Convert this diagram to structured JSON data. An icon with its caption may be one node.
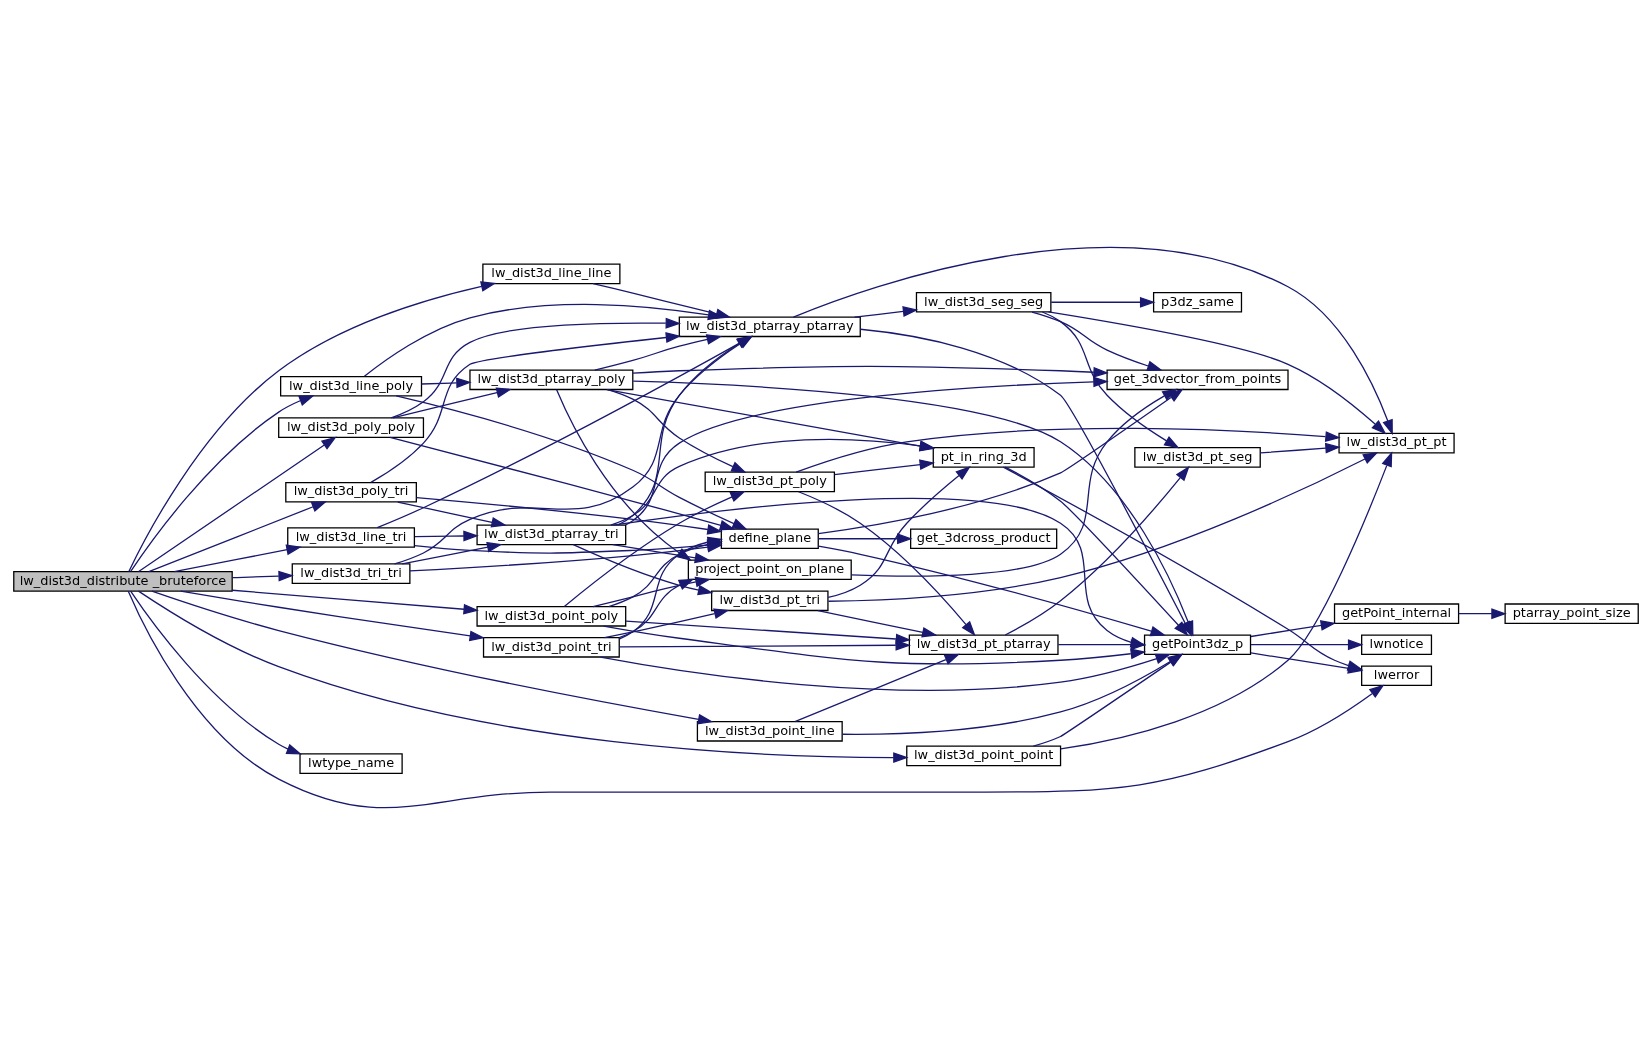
{
  "diagram": {
    "nodes": [
      {
        "text": [
          "lw_dist3d_distribute _bruteforce"
        ]
      },
      {
        "text": [
          "lw_dist3d_line_line"
        ]
      },
      {
        "text": [
          "lw_dist3d_line_poly"
        ]
      },
      {
        "text": [
          "lw_dist3d_poly_poly"
        ]
      },
      {
        "text": [
          "lw_dist3d_poly_tri"
        ]
      },
      {
        "text": [
          "lw_dist3d_line_tri"
        ]
      },
      {
        "text": [
          "lw_dist3d_tri_tri"
        ]
      },
      {
        "text": [
          "lw_dist3d_point_poly"
        ]
      },
      {
        "text": [
          "lw_dist3d_point_tri"
        ]
      },
      {
        "text": [
          "lw_dist3d_point_line"
        ]
      },
      {
        "text": [
          "lw_dist3d_point_point"
        ]
      },
      {
        "text": [
          "lwtype_name"
        ]
      },
      {
        "text": [
          "lw_dist3d_ptarray_ptarray"
        ]
      },
      {
        "text": [
          "lw_dist3d_ptarray_poly"
        ]
      },
      {
        "text": [
          "lw_dist3d_ptarray_tri"
        ]
      },
      {
        "text": [
          "project_point_on_plane"
        ]
      },
      {
        "text": [
          "lw_dist3d_pt_poly"
        ]
      },
      {
        "text": [
          "lw_dist3d_pt_tri"
        ]
      },
      {
        "text": [
          "define_plane"
        ]
      },
      {
        "text": [
          "lw_dist3d_pt_ptarray"
        ]
      },
      {
        "text": [
          "lw_dist3d_seg_seg"
        ]
      },
      {
        "text": [
          "p3dz_same"
        ]
      },
      {
        "text": [
          "lw_dist3d_pt_seg"
        ]
      },
      {
        "text": [
          "get_3dvector_from_points"
        ]
      },
      {
        "text": [
          "pt_in_ring_3d"
        ]
      },
      {
        "text": [
          "get_3dcross_product"
        ]
      },
      {
        "text": [
          "getPoint3dz_p"
        ]
      },
      {
        "text": [
          "lw_dist3d_pt_pt"
        ]
      },
      {
        "text": [
          "lwerror"
        ]
      },
      {
        "text": [
          "lwnotice"
        ]
      },
      {
        "text": [
          "getPoint_internal"
        ]
      },
      {
        "text": [
          "ptarray_point_size"
        ]
      }
    ],
    "edges": [
      {
        "from": 0,
        "to": 1,
        "arrow": "to"
      },
      {
        "from": 0,
        "to": 2,
        "arrow": "to"
      },
      {
        "from": 0,
        "to": 3,
        "arrow": "to"
      },
      {
        "from": 0,
        "to": 4,
        "arrow": "to"
      },
      {
        "from": 0,
        "to": 5,
        "arrow": "to"
      },
      {
        "from": 0,
        "to": 6,
        "arrow": "to"
      },
      {
        "from": 0,
        "to": 7,
        "arrow": "to"
      },
      {
        "from": 0,
        "to": 8,
        "arrow": "to"
      },
      {
        "from": 0,
        "to": 9,
        "arrow": "to"
      },
      {
        "from": 0,
        "to": 10,
        "arrow": "to"
      },
      {
        "from": 0,
        "to": 28,
        "arrow": "to"
      },
      {
        "from": 0,
        "to": 11,
        "arrow": "to"
      },
      {
        "from": 1,
        "to": 12,
        "arrow": "to"
      },
      {
        "from": 2,
        "to": 12,
        "arrow": "to"
      },
      {
        "from": 2,
        "to": 13,
        "arrow": "to"
      },
      {
        "from": 2,
        "to": 18,
        "arrow": "to"
      },
      {
        "from": 3,
        "to": 12,
        "arrow": "to"
      },
      {
        "from": 3,
        "to": 13,
        "arrow": "to"
      },
      {
        "from": 3,
        "to": 18,
        "arrow": "to"
      },
      {
        "from": 4,
        "to": 12,
        "arrow": "to"
      },
      {
        "from": 4,
        "to": 14,
        "arrow": "to"
      },
      {
        "from": 4,
        "to": 18,
        "arrow": "to"
      },
      {
        "from": 5,
        "to": 12,
        "arrow": "to"
      },
      {
        "from": 5,
        "to": 14,
        "arrow": "to"
      },
      {
        "from": 5,
        "to": 18,
        "arrow": "to"
      },
      {
        "from": 6,
        "to": 12,
        "arrow": "to"
      },
      {
        "from": 6,
        "to": 14,
        "arrow": "to"
      },
      {
        "from": 6,
        "to": 18,
        "arrow": "to"
      },
      {
        "from": 7,
        "to": 15,
        "arrow": "to"
      },
      {
        "from": 7,
        "to": 16,
        "arrow": "to"
      },
      {
        "from": 7,
        "to": 18,
        "arrow": "to"
      },
      {
        "from": 7,
        "to": 19,
        "arrow": "to"
      },
      {
        "from": 7,
        "to": 26,
        "arrow": "to"
      },
      {
        "from": 8,
        "to": 15,
        "arrow": "to"
      },
      {
        "from": 8,
        "to": 17,
        "arrow": "to"
      },
      {
        "from": 8,
        "to": 18,
        "arrow": "to"
      },
      {
        "from": 8,
        "to": 19,
        "arrow": "to"
      },
      {
        "from": 8,
        "to": 26,
        "arrow": "to"
      },
      {
        "from": 9,
        "to": 19,
        "arrow": "to"
      },
      {
        "from": 9,
        "to": 26,
        "arrow": "to"
      },
      {
        "from": 10,
        "to": 26,
        "arrow": "to"
      },
      {
        "from": 10,
        "to": 27,
        "arrow": "to"
      },
      {
        "from": 12,
        "to": 20,
        "arrow": "to"
      },
      {
        "from": 12,
        "to": 26,
        "arrow": "to"
      },
      {
        "from": 12,
        "to": 27,
        "arrow": "to"
      },
      {
        "from": 13,
        "to": 12,
        "arrow": "to"
      },
      {
        "from": 13,
        "to": 15,
        "arrow": "to"
      },
      {
        "from": 13,
        "to": 16,
        "arrow": "to"
      },
      {
        "from": 13,
        "to": 23,
        "arrow": "to"
      },
      {
        "from": 13,
        "to": 24,
        "arrow": "to"
      },
      {
        "from": 13,
        "to": 26,
        "arrow": "to"
      },
      {
        "from": 14,
        "to": 12,
        "arrow": "to"
      },
      {
        "from": 14,
        "to": 15,
        "arrow": "to"
      },
      {
        "from": 14,
        "to": 17,
        "arrow": "to"
      },
      {
        "from": 14,
        "to": 23,
        "arrow": "to"
      },
      {
        "from": 14,
        "to": 24,
        "arrow": "to"
      },
      {
        "from": 14,
        "to": 26,
        "arrow": "to"
      },
      {
        "from": 15,
        "to": 23,
        "arrow": "to"
      },
      {
        "from": 16,
        "to": 24,
        "arrow": "to"
      },
      {
        "from": 16,
        "to": 27,
        "arrow": "to"
      },
      {
        "from": 16,
        "to": 19,
        "arrow": "to"
      },
      {
        "from": 17,
        "to": 24,
        "arrow": "to"
      },
      {
        "from": 17,
        "to": 27,
        "arrow": "to"
      },
      {
        "from": 17,
        "to": 19,
        "arrow": "to"
      },
      {
        "from": 18,
        "to": 23,
        "arrow": "to"
      },
      {
        "from": 18,
        "to": 25,
        "arrow": "to"
      },
      {
        "from": 18,
        "to": 26,
        "arrow": "to"
      },
      {
        "from": 19,
        "to": 22,
        "arrow": "to"
      },
      {
        "from": 19,
        "to": 26,
        "arrow": "to"
      },
      {
        "from": 20,
        "to": 21,
        "arrow": "to"
      },
      {
        "from": 20,
        "to": 22,
        "arrow": "to"
      },
      {
        "from": 20,
        "to": 23,
        "arrow": "to"
      },
      {
        "from": 20,
        "to": 27,
        "arrow": "to"
      },
      {
        "from": 22,
        "to": 27,
        "arrow": "to"
      },
      {
        "from": 24,
        "to": 26,
        "arrow": "to"
      },
      {
        "from": 24,
        "to": 28,
        "arrow": "to"
      },
      {
        "from": 26,
        "to": 28,
        "arrow": "to"
      },
      {
        "from": 26,
        "to": 29,
        "arrow": "to"
      },
      {
        "from": 26,
        "to": 30,
        "arrow": "to"
      },
      {
        "from": 30,
        "to": 31,
        "arrow": "to"
      }
    ]
  }
}
